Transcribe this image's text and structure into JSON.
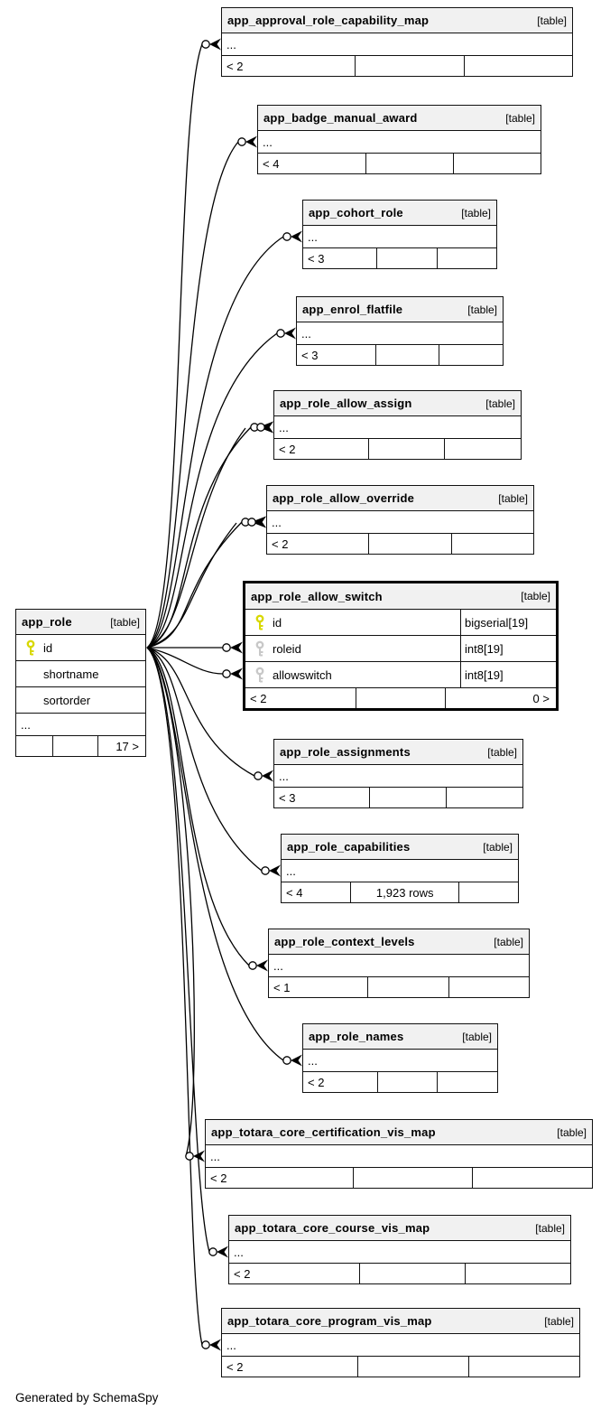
{
  "diagram": {
    "generator_note": "Generated by SchemaSpy"
  },
  "colors": {
    "pk_key": "#d8d800",
    "fk_key": "#c8c8c8",
    "header_bg": "#f1f1f1"
  },
  "main_table": {
    "name": "app_role",
    "tag": "[table]",
    "columns": [
      {
        "name": "id",
        "key": "pk"
      },
      {
        "name": "shortname",
        "key": ""
      },
      {
        "name": "sortorder",
        "key": ""
      }
    ],
    "ellipsis": "...",
    "footer_left": "",
    "footer_mid": "",
    "footer_right": "17 >"
  },
  "highlight_table": {
    "name": "app_role_allow_switch",
    "tag": "[table]",
    "columns": [
      {
        "name": "id",
        "type": "bigserial[19]",
        "key": "pk"
      },
      {
        "name": "roleid",
        "type": "int8[19]",
        "key": "fk"
      },
      {
        "name": "allowswitch",
        "type": "int8[19]",
        "key": "fk"
      }
    ],
    "footer_left": "< 2",
    "footer_mid": "",
    "footer_right": "0 >"
  },
  "related_tables": [
    {
      "name": "app_approval_role_capability_map",
      "tag": "[table]",
      "dots": "...",
      "footer_left": "< 2",
      "footer_mid": "",
      "footer_right": ""
    },
    {
      "name": "app_badge_manual_award",
      "tag": "[table]",
      "dots": "...",
      "footer_left": "< 4",
      "footer_mid": "",
      "footer_right": ""
    },
    {
      "name": "app_cohort_role",
      "tag": "[table]",
      "dots": "...",
      "footer_left": "< 3",
      "footer_mid": "",
      "footer_right": ""
    },
    {
      "name": "app_enrol_flatfile",
      "tag": "[table]",
      "dots": "...",
      "footer_left": "< 3",
      "footer_mid": "",
      "footer_right": ""
    },
    {
      "name": "app_role_allow_assign",
      "tag": "[table]",
      "dots": "...",
      "footer_left": "< 2",
      "footer_mid": "",
      "footer_right": ""
    },
    {
      "name": "app_role_allow_override",
      "tag": "[table]",
      "dots": "...",
      "footer_left": "< 2",
      "footer_mid": "",
      "footer_right": ""
    },
    {
      "name": "app_role_assignments",
      "tag": "[table]",
      "dots": "...",
      "footer_left": "< 3",
      "footer_mid": "",
      "footer_right": ""
    },
    {
      "name": "app_role_capabilities",
      "tag": "[table]",
      "dots": "...",
      "footer_left": "< 4",
      "footer_mid": "1,923 rows",
      "footer_right": ""
    },
    {
      "name": "app_role_context_levels",
      "tag": "[table]",
      "dots": "...",
      "footer_left": "< 1",
      "footer_mid": "",
      "footer_right": ""
    },
    {
      "name": "app_role_names",
      "tag": "[table]",
      "dots": "...",
      "footer_left": "< 2",
      "footer_mid": "",
      "footer_right": ""
    },
    {
      "name": "app_totara_core_certification_vis_map",
      "tag": "[table]",
      "dots": "...",
      "footer_left": "< 2",
      "footer_mid": "",
      "footer_right": ""
    },
    {
      "name": "app_totara_core_course_vis_map",
      "tag": "[table]",
      "dots": "...",
      "footer_left": "< 2",
      "footer_mid": "",
      "footer_right": ""
    },
    {
      "name": "app_totara_core_program_vis_map",
      "tag": "[table]",
      "dots": "...",
      "footer_left": "< 2",
      "footer_mid": "",
      "footer_right": ""
    }
  ]
}
